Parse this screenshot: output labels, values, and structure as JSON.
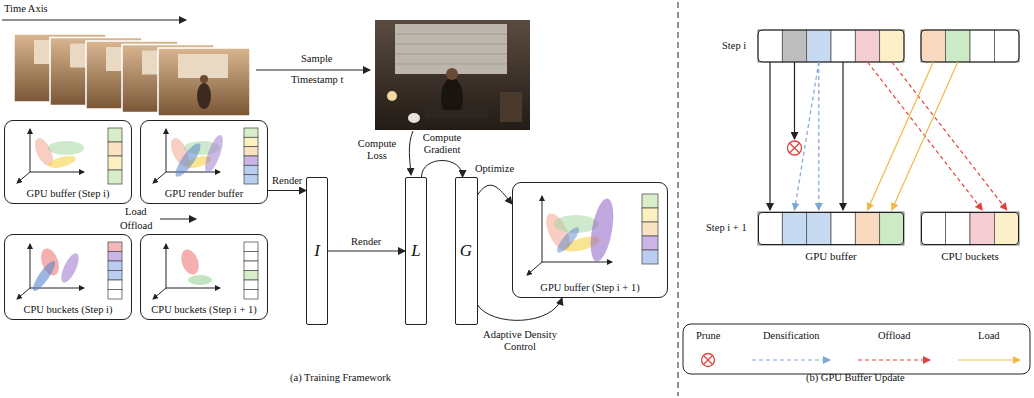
{
  "diagram": {
    "nodes": [
      {
        "text": [
          "GPU buffer (Step i)"
        ]
      },
      {
        "text": [
          "GPU render buffer"
        ]
      },
      {
        "text": [
          "CPU buckets (Step i)"
        ]
      },
      {
        "text": [
          "CPU buckets (Step i + 1)"
        ]
      },
      {
        "text": [
          "I"
        ]
      },
      {
        "text": [
          "L"
        ]
      },
      {
        "text": [
          "G"
        ]
      },
      {
        "text": [
          "GPU buffer (Step i + 1)"
        ]
      },
      {
        "text": [
          "GPU buffer"
        ]
      },
      {
        "text": [
          "CPU buckets"
        ]
      }
    ],
    "edges": [
      {
        "from": 1,
        "to": 4,
        "label": "Render",
        "arrow": "to"
      },
      {
        "from": 4,
        "to": 5,
        "label": "Render",
        "arrow": "to"
      },
      {
        "from": 5,
        "to": 6,
        "label": "Compute Gradient",
        "arrow": "to"
      },
      {
        "from": 6,
        "to": 7,
        "label": "Optimize",
        "arrow": "to"
      },
      {
        "from": 6,
        "to": 7,
        "label": "Adaptive Density Control",
        "arrow": "to"
      }
    ],
    "labels": [
      "Time Axis",
      "Sample",
      "Timestamp t",
      "Load",
      "Offload",
      "Compute Loss",
      "(a) Training Framework",
      "Step i",
      "Step i + 1",
      "(b) GPU Buffer Update"
    ],
    "legend": [
      {
        "text": "Prune"
      },
      {
        "text": "Densification"
      },
      {
        "text": "Offload"
      },
      {
        "text": "Load"
      }
    ]
  }
}
